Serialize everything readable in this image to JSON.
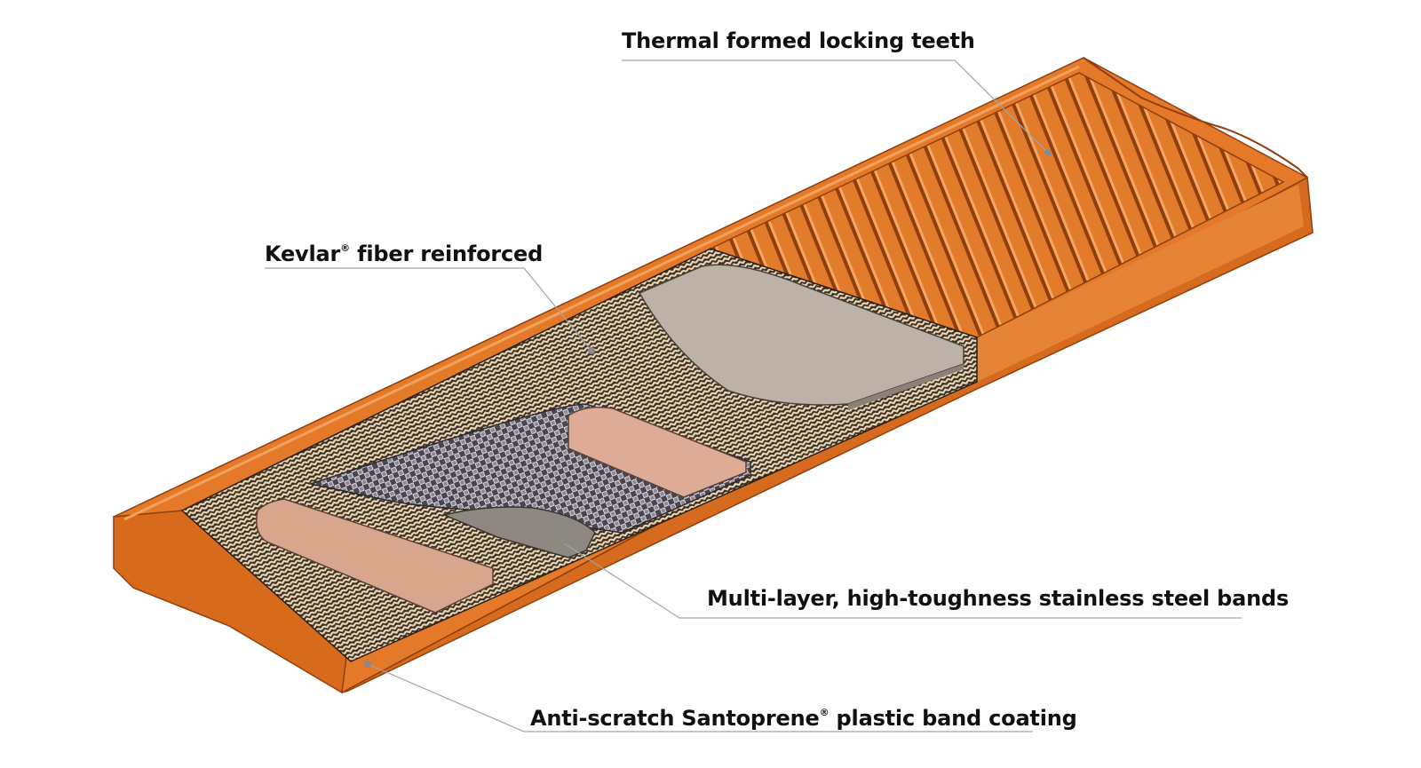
{
  "callouts": {
    "locking_teeth": {
      "text": "Thermal formed locking teeth"
    },
    "kevlar": {
      "text_before": "Kevlar",
      "mark": "®",
      "text_after": " fiber reinforced"
    },
    "steel_bands": {
      "text": "Multi-layer, high-toughness stainless steel bands"
    },
    "coating": {
      "text_before": "Anti-scratch Santoprene",
      "mark": "®",
      "text_after": " plastic band coating"
    }
  },
  "colors": {
    "coating_orange": "#DD6F1E",
    "coating_orange_light": "#E9822E",
    "coating_orange_dark": "#9E4710",
    "kevlar_dark": "#3A2E22",
    "kevlar_light": "#E8D6B6",
    "steel_grey": "#BCB3A8",
    "steel_pink": "#DDA88F",
    "leader_line": "#999999",
    "label_text": "#111111"
  }
}
